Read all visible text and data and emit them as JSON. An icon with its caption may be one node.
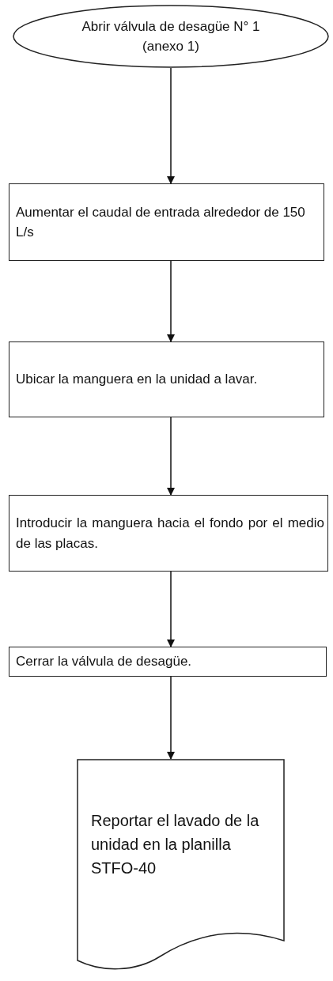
{
  "diagram": {
    "nodes": [
      {
        "text": [
          "Abrir válvula de desagüe N° 1 (anexo 1)"
        ]
      },
      {
        "text": [
          "Aumentar el caudal de entrada alrededor de 150 L/s"
        ]
      },
      {
        "text": [
          "Ubicar la manguera en la unidad a lavar."
        ]
      },
      {
        "text": [
          "Introducir la manguera hacia el fondo por el medio de las placas."
        ]
      },
      {
        "text": [
          "Cerrar la válvula de desagüe."
        ]
      },
      {
        "text": [
          "Reportar el lavado de la unidad en la planilla STFO-40"
        ]
      }
    ],
    "edges": [
      {
        "from": 0,
        "to": 1,
        "arrow": "to"
      },
      {
        "from": 1,
        "to": 2,
        "arrow": "to"
      },
      {
        "from": 2,
        "to": 3,
        "arrow": "to"
      },
      {
        "from": 3,
        "to": 4,
        "arrow": "to"
      },
      {
        "from": 4,
        "to": 5,
        "arrow": "to"
      }
    ]
  }
}
